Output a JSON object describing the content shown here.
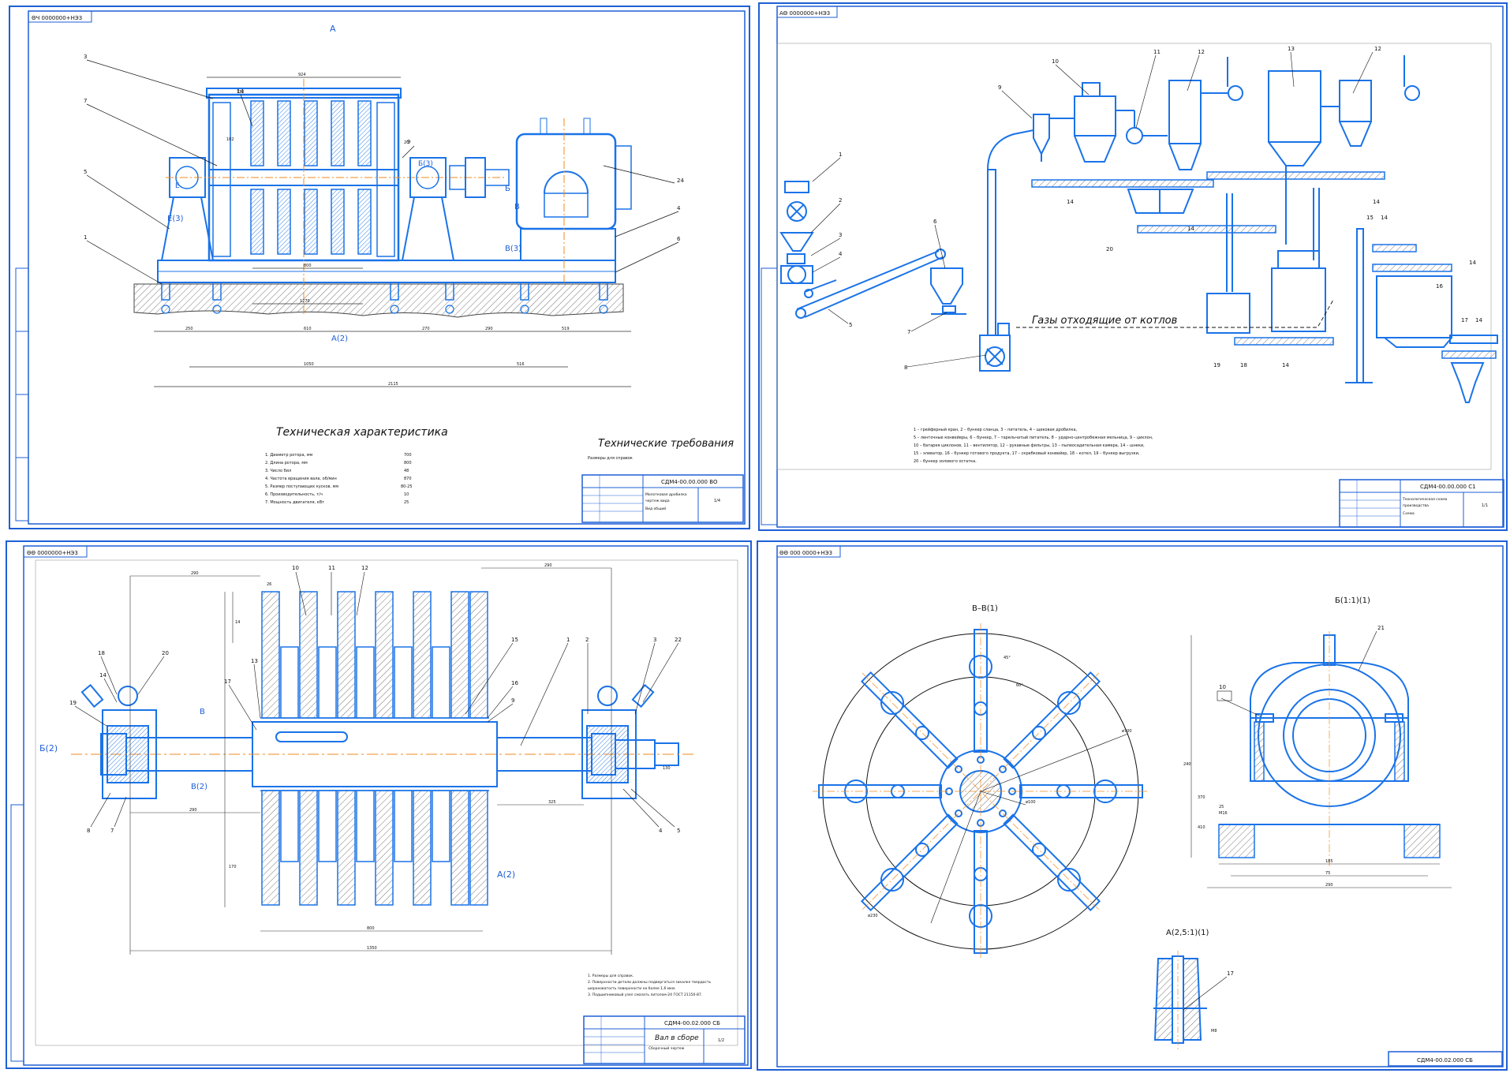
{
  "sheets": {
    "s1": {
      "code": "ΘЧ 0000000+НЭ3",
      "view_label": "А",
      "section_labels": [
        "Б",
        "Б(3)",
        "В",
        "В(3)",
        "Е",
        "Е(3)",
        "А(2)"
      ],
      "callouts": [
        "3",
        "7",
        "5",
        "1",
        "14",
        "9",
        "24",
        "4",
        "6"
      ],
      "dims": [
        "924",
        "132",
        "102",
        "20",
        "800",
        "1270",
        "250",
        "610",
        "270",
        "290",
        "519",
        "1050",
        "516",
        "2115"
      ],
      "spec_title": "Техническая характеристика",
      "spec": [
        {
          "label": "1. Диаметр ротора, мм",
          "value": "700"
        },
        {
          "label": "2. Длина ротора, мм",
          "value": "800"
        },
        {
          "label": "3. Число бил",
          "value": "48"
        },
        {
          "label": "4. Частота вращения вала, об/мин",
          "value": "870"
        },
        {
          "label": "5. Размер поступающих кусков, мм",
          "value": "80-25"
        },
        {
          "label": "6. Производительность, т/ч",
          "value": "10"
        },
        {
          "label": "7. Мощность двигателя, кВт",
          "value": "25"
        }
      ],
      "req_title": "Технические требования",
      "req_text": "Размеры для справок",
      "stamp": {
        "code": "СДМ4-00.00.000 ВО",
        "line1": "Молотковая дробилка",
        "line2": "чертеж вида",
        "line3": "Вид общий",
        "sheet": "1/4"
      }
    },
    "s2": {
      "code": "ΑΘ 0000000+НЭ3",
      "gas_label": "Газы отходящие от котлов",
      "callouts": [
        "1",
        "2",
        "3",
        "4",
        "5",
        "6",
        "7",
        "8",
        "9",
        "10",
        "11",
        "12",
        "13",
        "12",
        "14",
        "14",
        "14",
        "14",
        "14",
        "15",
        "14",
        "16",
        "17",
        "14",
        "18",
        "19",
        "20"
      ],
      "legend": [
        "1 – грейферный кран, 2 – бункер сланца, 3 – питатель, 4 – щековая дробилка,",
        "5 – ленточные конвейеры, 6 – бункер, 7 – тарельчатый питатель, 8 – ударно-центробежная мельница, 9 – циклон,",
        "10 – батарея циклонов, 11 – вентилятор, 12 – рукавные фильтры, 13 – пылеосадительная камера, 14 – шнеки,",
        "15 – элеватор, 16 – бункер готового продукта, 17 – скребковый конвейер, 18 – котел, 19 – бункер выгрузки,",
        "20 – бункер золового остатка."
      ],
      "stamp": {
        "code": "СДМ4-00.00.000 С1",
        "line1": "Технологическая схема",
        "line2": "производства",
        "line3": "Схема",
        "sheet": "1/1"
      }
    },
    "s3": {
      "code": "ΘΘ 0000000+НЭ3",
      "section_labels": [
        "Б(2)",
        "В",
        "В(2)",
        "А(2)"
      ],
      "callouts": [
        "10",
        "11",
        "12",
        "13",
        "17",
        "1",
        "2",
        "3",
        "22",
        "4",
        "5",
        "15",
        "16",
        "19",
        "8",
        "7",
        "20",
        "18",
        "9",
        "14"
      ],
      "dims": [
        "290",
        "290",
        "26",
        "800",
        "1350",
        "290",
        "325",
        "130",
        "170",
        "14"
      ],
      "notes": [
        "1. Размеры для справок.",
        "2. Поверхности детали должны подвергаться закалке твердость",
        "шероховатость поверхности не более 1,6 мкм.",
        "3. Подшипниковый узел смазать литолом-24 ГОСТ 21150-87."
      ],
      "stamp": {
        "code": "СДМ4-00.02.000 СБ",
        "line1": "Вал в сборе",
        "line2": "Сборочный чертеж",
        "sheet": "1/2"
      }
    },
    "s4": {
      "code": "ΘΘ 000 0000+НЭ3",
      "views": [
        "В–В(1)",
        "Б(1:1)(1)",
        "А(2,5:1)(1)"
      ],
      "callouts": [
        "21",
        "10",
        "17"
      ],
      "dims": [
        "45°",
        "60°",
        "ø700",
        "ø100",
        "ø230",
        "185",
        "75",
        "290",
        "240",
        "370",
        "410",
        "25",
        "М16",
        "М8"
      ],
      "stamp": {
        "code": "СДМ4-00.02.000 СБ"
      }
    }
  },
  "colors": {
    "line": "#1a73e8",
    "frame": "#1e5fd6",
    "ink": "#111111",
    "center": "#f08a1c",
    "hatch": "#6a6a6a"
  }
}
